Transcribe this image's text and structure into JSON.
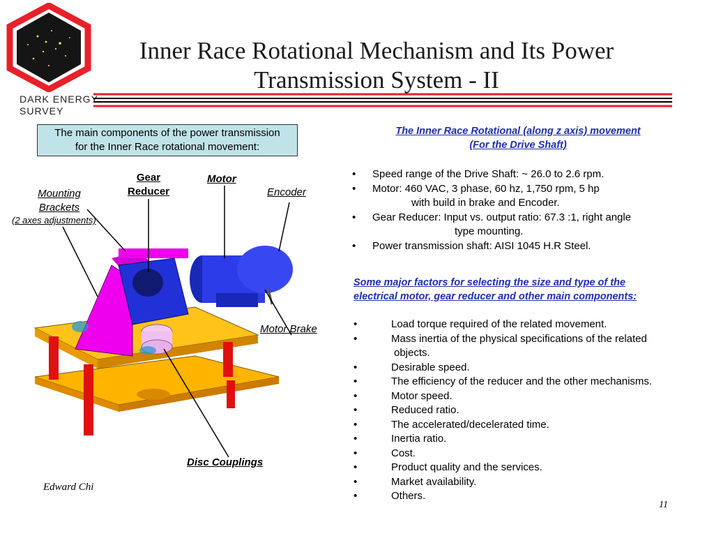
{
  "title": {
    "line1": "Inner Race Rotational Mechanism and Its Power",
    "line2": "Transmission System - II"
  },
  "logo": {
    "line1": "DARK ENERGY",
    "line2": "SURVEY"
  },
  "intro_box": {
    "line1": "The main components of the power transmission",
    "line2": "for the Inner Race rotational movement:"
  },
  "labels": {
    "mounting_line1": "Mounting",
    "mounting_line2": "Brackets",
    "mounting_note": "(2 axes adjustments)",
    "gear_line1": "Gear",
    "gear_line2": "Reducer",
    "motor": "Motor",
    "encoder": "Encoder",
    "motor_brake": "Motor Brake",
    "disc_couplings": "Disc Couplings"
  },
  "right_header": {
    "line1": "The Inner Race Rotational (along z axis) movement",
    "line2": "(For the Drive Shaft)"
  },
  "specs": [
    {
      "text": "Speed range of the Drive Shaft:  ~ 26.0 to 2.6 rpm."
    },
    {
      "text": "Motor: 460 VAC, 3 phase, 60 hz, 1,750  rpm,  5 hp",
      "cont": "with build in brake and Encoder."
    },
    {
      "text": "Gear Reducer: Input vs. output ratio: 67.3 :1,  right angle",
      "cont": "type mounting."
    },
    {
      "text": "Power transmission shaft: AISI 1045 H.R Steel."
    }
  ],
  "factors_header": {
    "line1": "Some major factors for selecting the size and type of the ",
    "line2": "electrical motor, gear reducer and other main components:"
  },
  "factors": [
    {
      "text": "Load torque required of the related movement."
    },
    {
      "text": "Mass inertia of the physical specifications of the related",
      "cont": "objects."
    },
    {
      "text": "Desirable speed."
    },
    {
      "text": "The efficiency of the reducer and the other mechanisms."
    },
    {
      "text": "Motor speed."
    },
    {
      "text": "Reduced ratio."
    },
    {
      "text": "The accelerated/decelerated time."
    },
    {
      "text": "Inertia ratio."
    },
    {
      "text": "Cost."
    },
    {
      "text": "Product quality and the services."
    },
    {
      "text": "Market availability."
    },
    {
      "text": "Others."
    }
  ],
  "footer": {
    "author": "Edward Chi",
    "page": "11"
  },
  "colors": {
    "accent_red": "#e8202a",
    "link_blue": "#1f2fa8",
    "box_fill": "#bfe3e8",
    "machine_blue": "#2230d8",
    "bracket_magenta": "#ee00ee",
    "plate_orange": "#ffb400"
  }
}
